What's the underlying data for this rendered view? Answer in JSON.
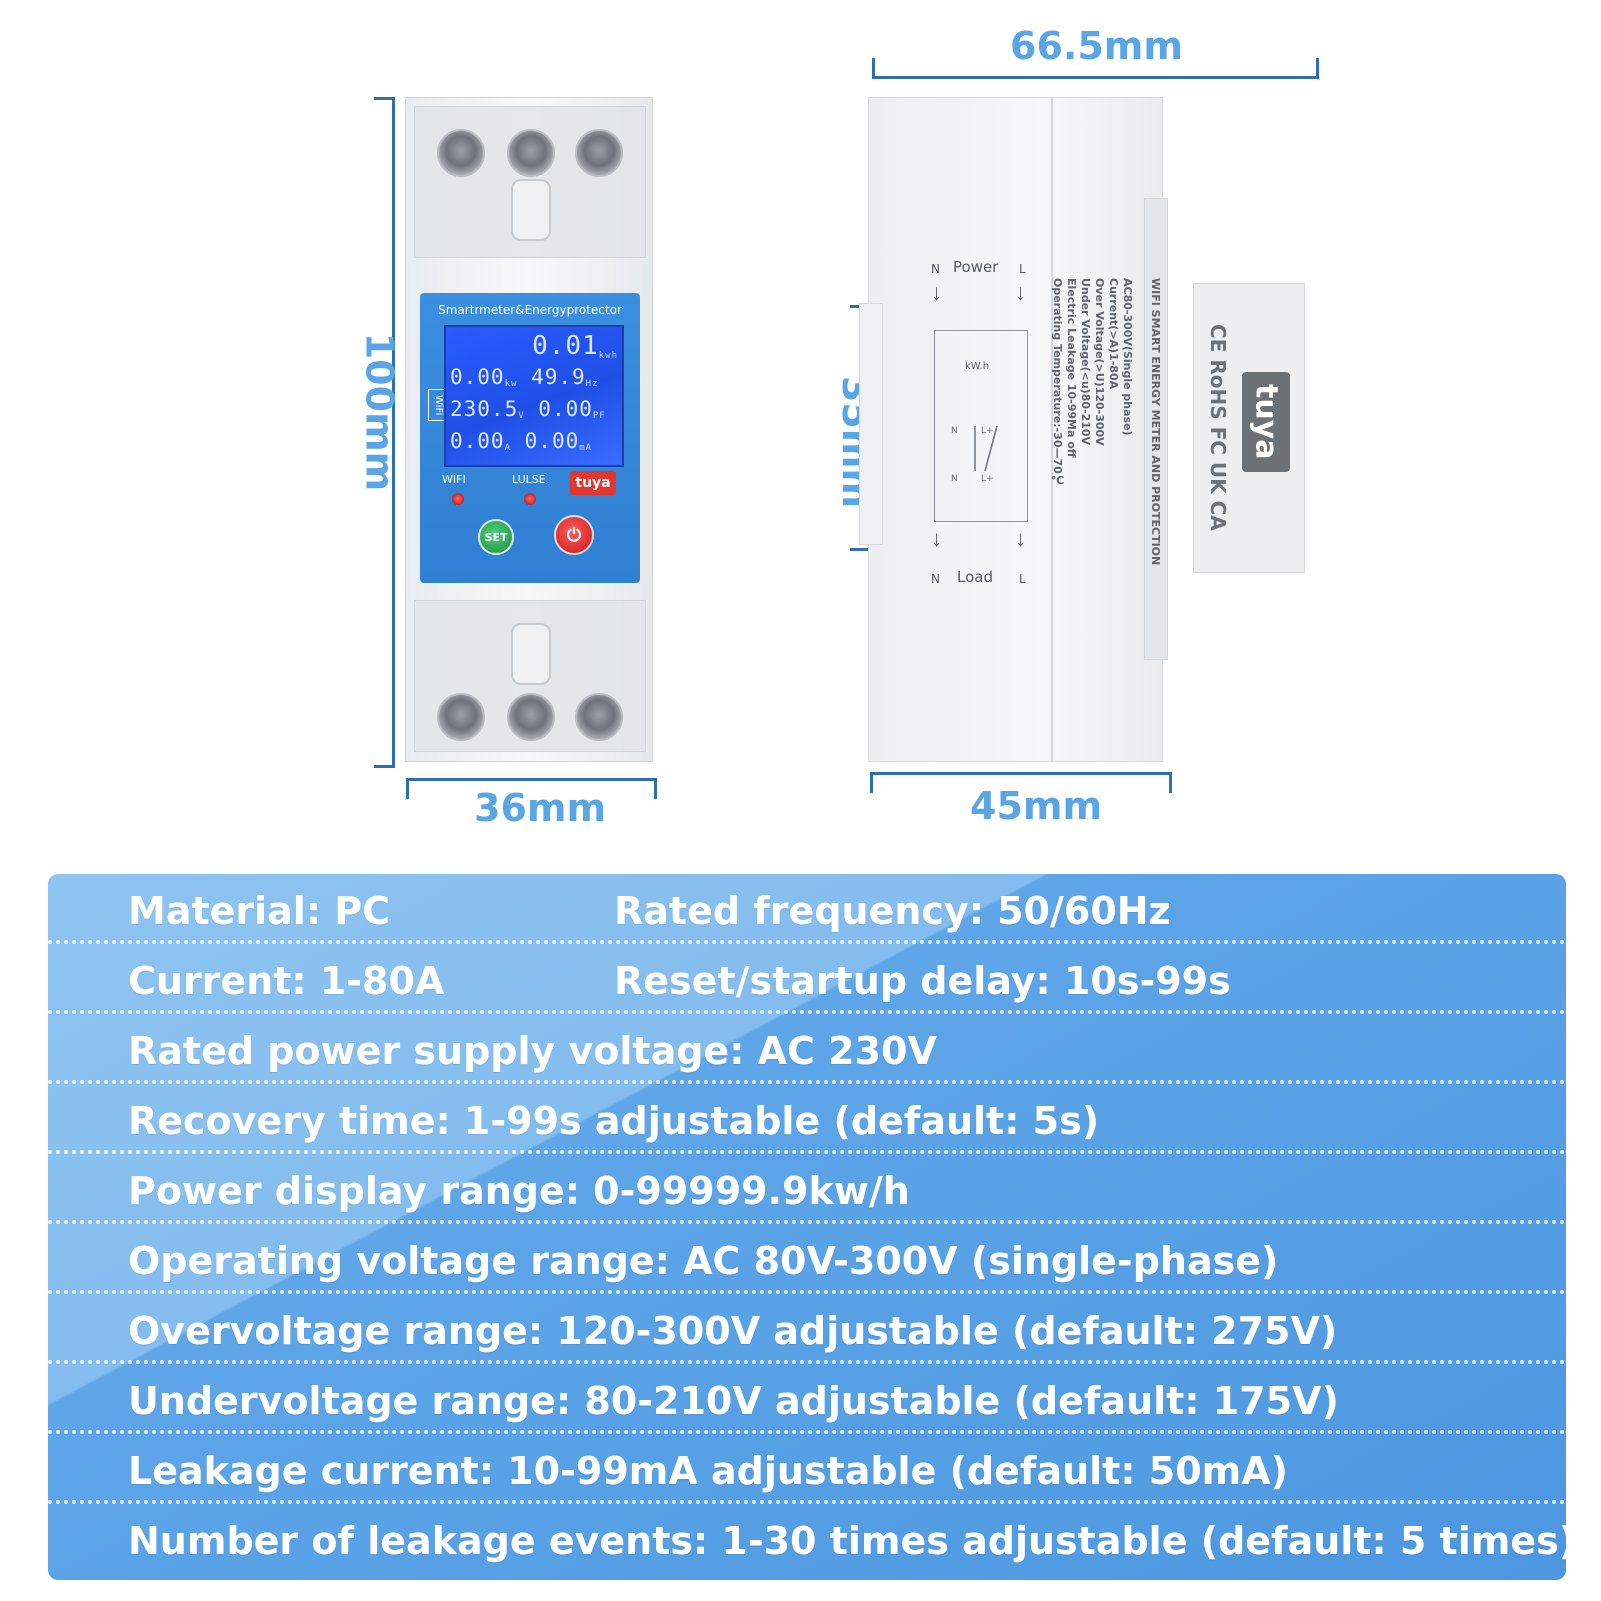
{
  "dimensions": {
    "width_top": "66.5mm",
    "height_left": "100mm",
    "width_front": "36mm",
    "depth_side": "45mm",
    "rail_height": "35mm"
  },
  "front_panel": {
    "title": "Smartrmeter&Energyprotector",
    "lcd_rows": [
      {
        "value": "0.01",
        "unit": "kwh"
      },
      {
        "value": "0.00",
        "unit": "kw",
        "value2": "49.9",
        "unit2": "Hz"
      },
      {
        "value": "230.5",
        "unit": "V",
        "value2": "0.00",
        "unit2": "PF"
      },
      {
        "value": "0.00",
        "unit": "A",
        "value2": "0.00",
        "unit2": "mA"
      }
    ],
    "wifi_tag": "WiFi",
    "led_label_left": "WIFI",
    "led_label_right": "LULSE",
    "brand_badge": "tuya",
    "set_button": "SET",
    "power_button": "⏻"
  },
  "side_panel": {
    "top_label": "Power",
    "bottom_label": "Load",
    "n_label": "N",
    "l_label": "L",
    "diagram_label": "kW.h",
    "spec_lines": [
      "WIFI SMART ENERGY METER AND PROTECTION",
      "AC80-300V(Single phase)",
      "Current(>A)1-80A",
      "Over Voltage(>U)120-300V",
      "Under Voltage(<u)80-210V",
      "Electric Leakage 10-99Ma off",
      "Operating Temperature:-30—70℃"
    ],
    "brand_logo": "tuya",
    "certifications": [
      "CE",
      "RoHS",
      "FC",
      "UK CA"
    ]
  },
  "specs": [
    {
      "left": "Material:  PC",
      "right": "Rated frequency:  50/60Hz"
    },
    {
      "left": "Current:  1-80A",
      "right": "Reset/startup delay:  10s-99s"
    },
    {
      "left": "Rated power supply voltage:  AC 230V"
    },
    {
      "left": "Recovery time:  1-99s adjustable (default: 5s)"
    },
    {
      "left": "Power display range:  0-99999.9kw/h"
    },
    {
      "left": "Operating voltage range:  AC 80V-300V (single-phase)"
    },
    {
      "left": "Overvoltage range:  120-300V adjustable (default: 275V)"
    },
    {
      "left": "Undervoltage range:  80-210V adjustable (default: 175V)"
    },
    {
      "left": "Leakage current:  10-99mA adjustable (default: 50mA)"
    },
    {
      "left": "Number of leakage events:  1-30 times adjustable (default: 5 times)"
    }
  ],
  "colors": {
    "dimension_text": "#5aa5e6",
    "dimension_line": "#2e6fb0",
    "panel_blue": "#3b8fe0",
    "lcd_blue": "#2a5cff",
    "spec_bg_light": "#8fc4f0",
    "spec_bg_dark": "#4c97e0"
  }
}
